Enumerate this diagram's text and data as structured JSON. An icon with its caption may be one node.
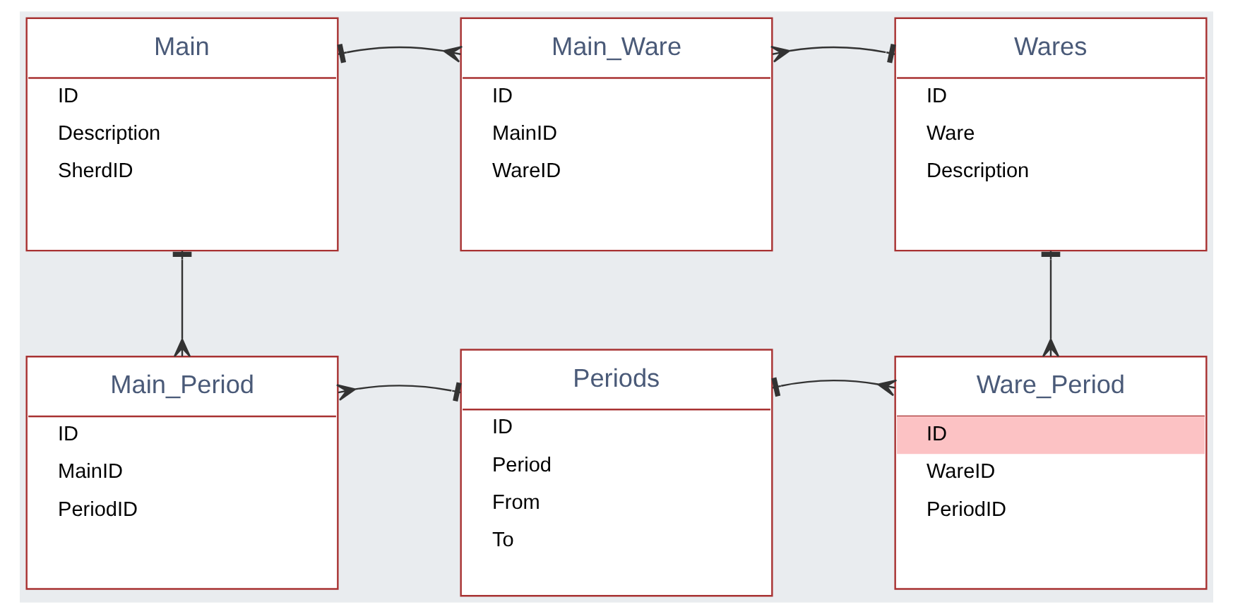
{
  "diagram": {
    "nodes": [
      {
        "text": [
          "Main",
          "ID",
          "Description",
          "SherdID"
        ]
      },
      {
        "text": [
          "Main_Ware",
          "ID",
          "MainID",
          "WareID"
        ]
      },
      {
        "text": [
          "Wares",
          "ID",
          "Ware",
          "Description"
        ]
      },
      {
        "text": [
          "Main_Period",
          "ID",
          "MainID",
          "PeriodID"
        ]
      },
      {
        "text": [
          "Periods",
          "ID",
          "Period",
          "From",
          "To"
        ]
      },
      {
        "text": [
          "Ware_Period",
          "ID",
          "WareID",
          "PeriodID"
        ]
      }
    ],
    "edges": [
      {
        "from": 0,
        "to": 1,
        "arrow": "other"
      },
      {
        "from": 2,
        "to": 1,
        "arrow": "other"
      },
      {
        "from": 2,
        "to": 5,
        "arrow": "other"
      },
      {
        "from": 0,
        "to": 3,
        "arrow": "other"
      },
      {
        "from": 4,
        "to": 3,
        "arrow": "other"
      },
      {
        "from": 4,
        "to": 5,
        "arrow": "other"
      }
    ]
  }
}
